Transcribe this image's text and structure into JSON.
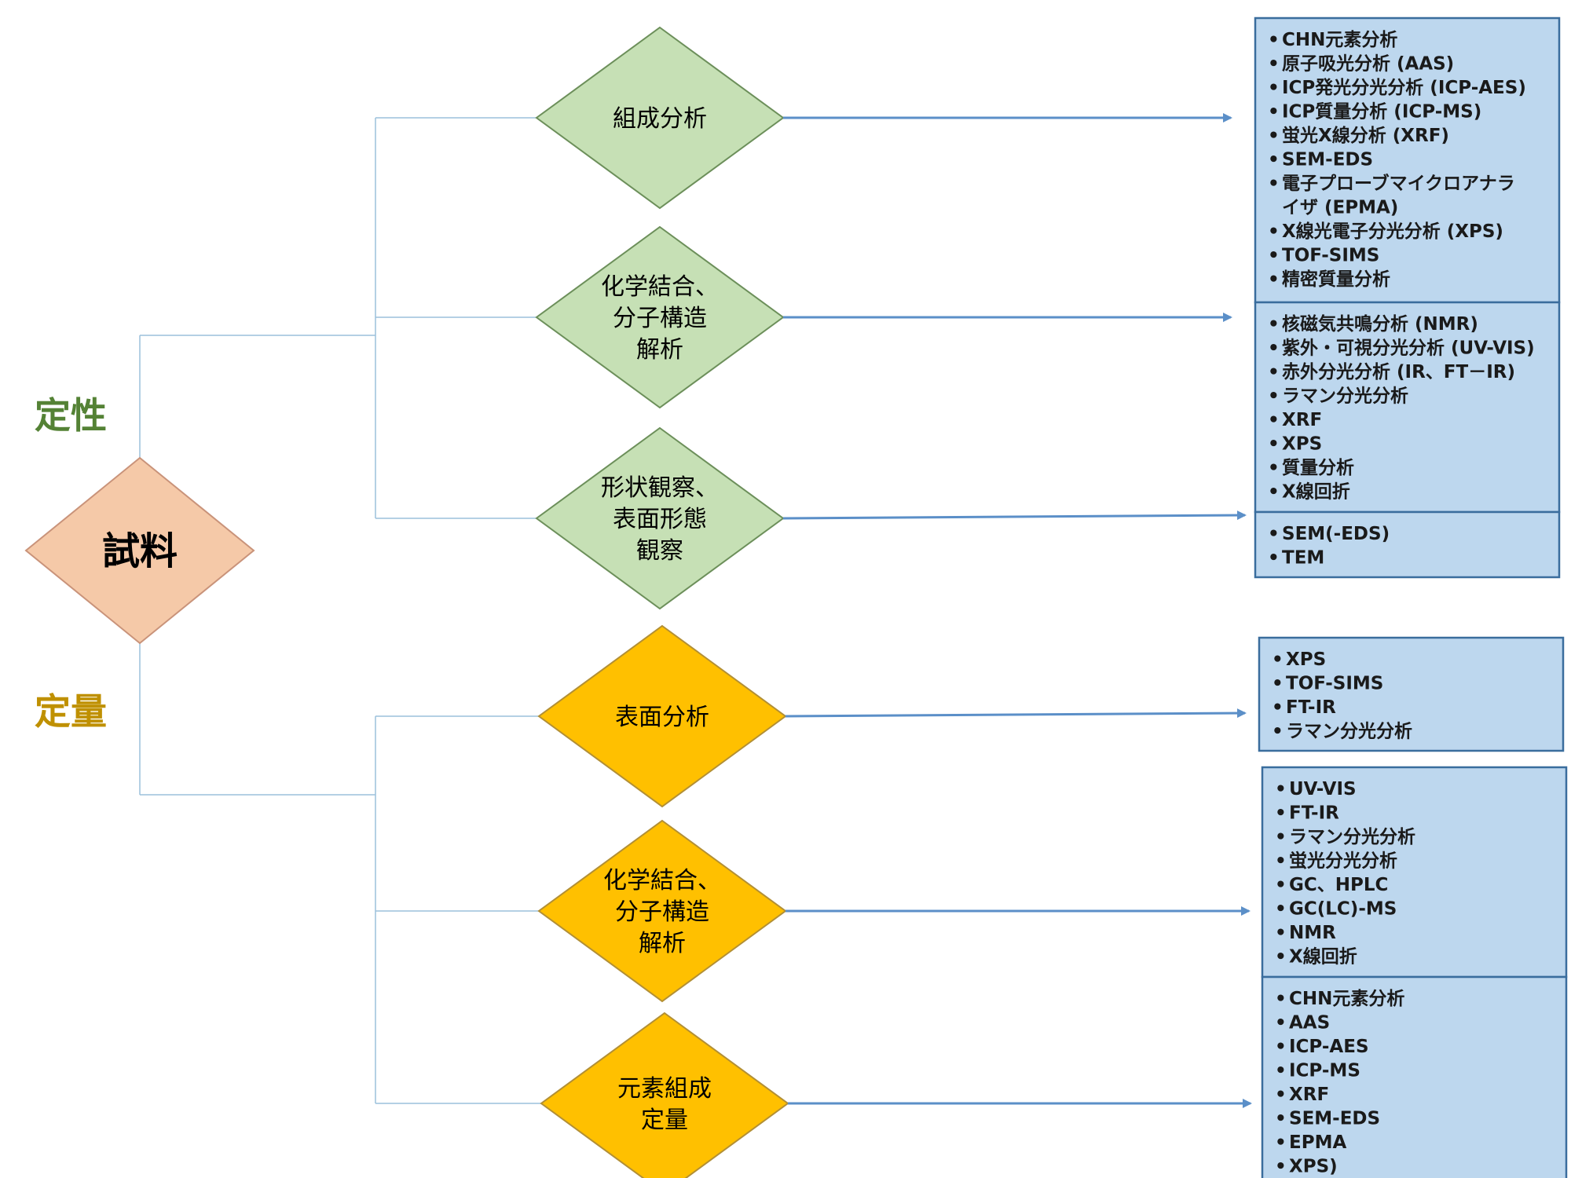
{
  "colors": {
    "connector": "#9cc1dc",
    "arrow": "#5b8fc8",
    "root_fill": "#f5c9a8",
    "root_stroke": "#c9937a",
    "qualitative_fill": "#c6e0b5",
    "qualitative_stroke": "#6c8f5a",
    "quantitative_fill": "#ffc000",
    "quantitative_stroke": "#b28f35",
    "box_fill": "#bdd7ee",
    "box_stroke": "#3a6d9d",
    "label_qualitative": "#548235",
    "label_quantitative": "#bf9000"
  },
  "root": {
    "label": "試料"
  },
  "categories": {
    "qualitative": "定性",
    "quantitative": "定量"
  },
  "methods": [
    {
      "group": "qualitative",
      "lines": [
        "組成分析"
      ]
    },
    {
      "group": "qualitative",
      "lines": [
        "化学結合、",
        "分子構造",
        "解析"
      ]
    },
    {
      "group": "qualitative",
      "lines": [
        "形状観察、",
        "表面形態",
        "観察"
      ]
    },
    {
      "group": "quantitative",
      "lines": [
        "表面分析"
      ]
    },
    {
      "group": "quantitative",
      "lines": [
        "化学結合、",
        "分子構造",
        "解析"
      ]
    },
    {
      "group": "quantitative",
      "lines": [
        "元素組成",
        "定量"
      ]
    }
  ],
  "technique_boxes": [
    {
      "items": [
        "CHN元素分析",
        "原子吸光分析 (AAS)",
        "ICP発光分光分析 (ICP-AES)",
        "ICP質量分析 (ICP-MS)",
        "蛍光X線分析 (XRF)",
        "SEM-EDS",
        "電子プローブマイクロアナラ",
        "イザ (EPMA)",
        "X線光電子分光分析 (XPS)",
        "TOF-SIMS",
        "精密質量分析"
      ]
    },
    {
      "items": [
        "核磁気共鳴分析 (NMR)",
        "紫外・可視分光分析 (UV-VIS)",
        "赤外分光分析 (IR、FT－IR)",
        "ラマン分光分析",
        "XRF",
        "XPS",
        "質量分析",
        "X線回折"
      ]
    },
    {
      "items": [
        "SEM(-EDS)",
        "TEM"
      ]
    },
    {
      "items": [
        "XPS",
        "TOF-SIMS",
        "FT-IR",
        "ラマン分光分析"
      ]
    },
    {
      "items": [
        "UV-VIS",
        "FT-IR",
        "ラマン分光分析",
        "蛍光分光分析",
        "GC、HPLC",
        "GC(LC)-MS",
        "NMR",
        "X線回折"
      ]
    },
    {
      "items": [
        "CHN元素分析",
        "AAS",
        "ICP-AES",
        "ICP-MS",
        "XRF",
        "SEM-EDS",
        "EPMA",
        "XPS)"
      ]
    }
  ]
}
